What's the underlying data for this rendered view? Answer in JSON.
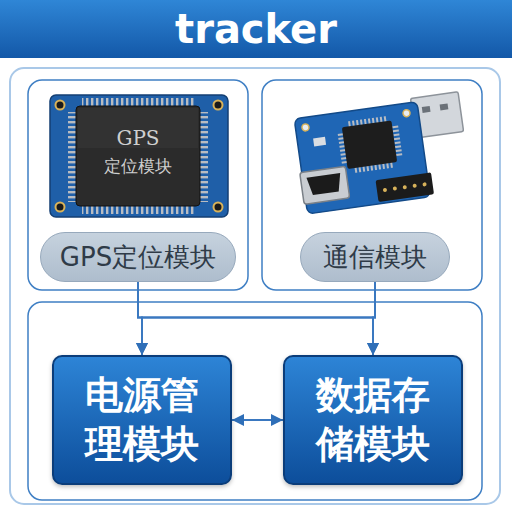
{
  "diagram": {
    "title": "tracker",
    "nodes": [
      {
        "text": [
          "GPS定位模块"
        ]
      },
      {
        "text": [
          "通信模块"
        ]
      },
      {
        "text": [
          "电源管理模块"
        ]
      },
      {
        "text": [
          "数据存储模块"
        ]
      }
    ],
    "edges": [
      {
        "from": 0,
        "to": 2,
        "arrow": "to"
      },
      {
        "from": 0,
        "to": 3,
        "arrow": "to"
      },
      {
        "from": 1,
        "to": 2,
        "arrow": "to"
      },
      {
        "from": 1,
        "to": 3,
        "arrow": "to"
      },
      {
        "from": 2,
        "to": 3,
        "arrow": "both"
      }
    ],
    "labels": [
      "GPS",
      "定位模块"
    ]
  }
}
